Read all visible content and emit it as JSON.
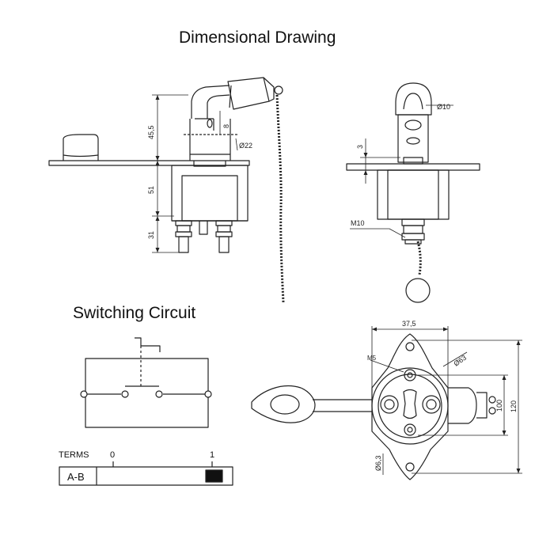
{
  "titles": {
    "dimensional": "Dimensional Drawing",
    "switching": "Switching Circuit"
  },
  "side_view": {
    "dim_45_5": "45,5",
    "dim_51": "51",
    "dim_31": "31",
    "dim_8": "8",
    "dim_22": "Ø22"
  },
  "front_view": {
    "dim_10": "Ø10",
    "dim_3": "3",
    "thread_m10": "M10"
  },
  "top_view": {
    "dim_37_5": "37,5",
    "dim_63": "Ø63",
    "dim_100": "100",
    "dim_120": "120",
    "dim_6_3": "Ø6,3",
    "thread_m5": "M5"
  },
  "terms_table": {
    "header": "TERMS",
    "pos_0": "0",
    "pos_1": "1",
    "row_label": "A-B"
  }
}
